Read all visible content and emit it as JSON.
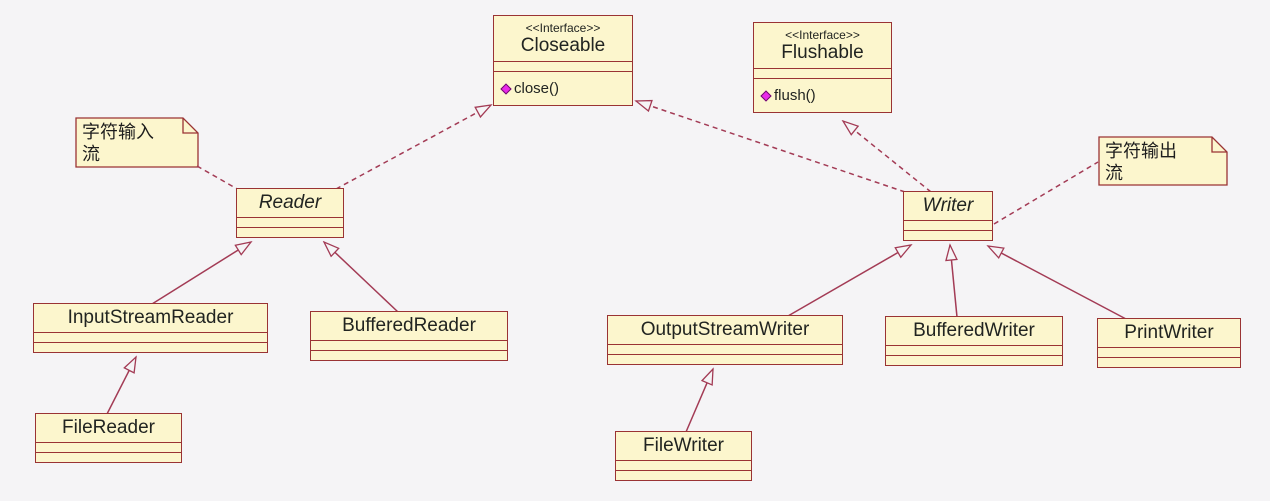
{
  "diagram": {
    "kind": "uml-class-diagram",
    "colors": {
      "background": "#f5f4f6",
      "box_fill": "#fcf6cd",
      "box_border": "#9a3334",
      "connector": "#a33b55",
      "method_icon": "#e92ae9",
      "text": "#212421"
    },
    "interfaces": [
      {
        "stereotype": "<<Interface>>",
        "name": "Closeable",
        "method": "close()"
      },
      {
        "stereotype": "<<Interface>>",
        "name": "Flushable",
        "method": "flush()"
      }
    ],
    "classes": [
      {
        "name": "Reader",
        "abstract": true
      },
      {
        "name": "Writer",
        "abstract": true
      },
      {
        "name": "InputStreamReader"
      },
      {
        "name": "BufferedReader"
      },
      {
        "name": "FileReader"
      },
      {
        "name": "OutputStreamWriter"
      },
      {
        "name": "BufferedWriter"
      },
      {
        "name": "PrintWriter"
      },
      {
        "name": "FileWriter"
      }
    ],
    "notes": [
      {
        "lines": [
          "字符输入",
          "流"
        ],
        "text": "字符输入流",
        "attached_to": "Reader"
      },
      {
        "lines": [
          "字符输出",
          "流"
        ],
        "text": "字符输出流",
        "attached_to": "Writer"
      }
    ],
    "relationships": [
      {
        "from": "Reader",
        "to": "Closeable",
        "type": "realization"
      },
      {
        "from": "Writer",
        "to": "Closeable",
        "type": "realization"
      },
      {
        "from": "Writer",
        "to": "Flushable",
        "type": "realization"
      },
      {
        "from": "InputStreamReader",
        "to": "Reader",
        "type": "generalization"
      },
      {
        "from": "BufferedReader",
        "to": "Reader",
        "type": "generalization"
      },
      {
        "from": "FileReader",
        "to": "InputStreamReader",
        "type": "generalization"
      },
      {
        "from": "OutputStreamWriter",
        "to": "Writer",
        "type": "generalization"
      },
      {
        "from": "BufferedWriter",
        "to": "Writer",
        "type": "generalization"
      },
      {
        "from": "PrintWriter",
        "to": "Writer",
        "type": "generalization"
      },
      {
        "from": "FileWriter",
        "to": "OutputStreamWriter",
        "type": "generalization"
      },
      {
        "from": "note 字符输入流",
        "to": "Reader",
        "type": "note-anchor"
      },
      {
        "from": "note 字符输出流",
        "to": "Writer",
        "type": "note-anchor"
      }
    ]
  }
}
